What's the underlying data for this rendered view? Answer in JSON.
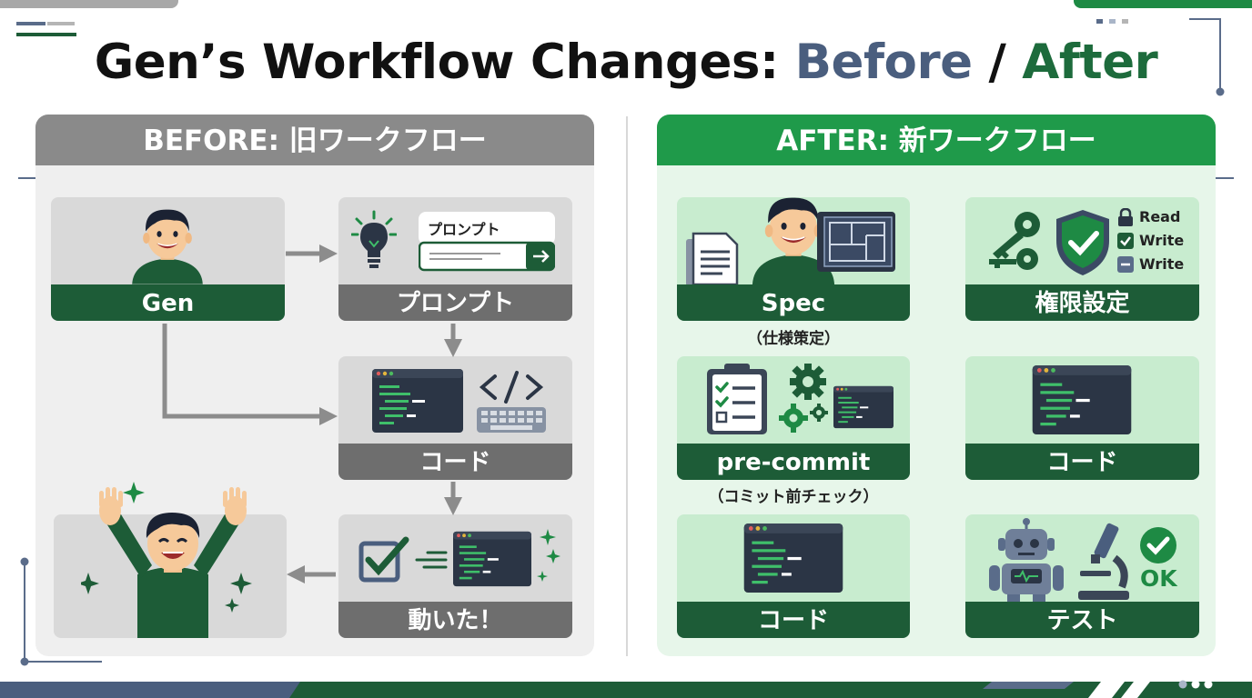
{
  "title": {
    "prefix": "Gen’s Workflow Changes: ",
    "before_word": "Before",
    "separator": " / ",
    "after_word": "After"
  },
  "before": {
    "header": "BEFORE: 旧ワークフロー",
    "gen_label": "Gen",
    "prompt_label": "プロンプト",
    "prompt_bubble": "プロンプト",
    "code_label": "コード",
    "worked_label": "動いた！"
  },
  "after": {
    "header": "AFTER: 新ワークフロー",
    "spec_label": "Spec",
    "spec_sub": "（仕様策定）",
    "perm_label": "権限設定",
    "perm_items": [
      "Read",
      "Write",
      "Write"
    ],
    "precommit_label": "pre-commit",
    "precommit_sub": "（コミット前チェック）",
    "code_label_1": "コード",
    "code_label_2": "コード",
    "test_label": "テスト",
    "ok_text": "OK"
  },
  "colors": {
    "before_accent": "#4a5e7e",
    "after_accent": "#1d6b3c",
    "before_header": "#8a8a8a",
    "after_header": "#1f9a4a",
    "arrow_gray": "#8c8c8c",
    "arrow_green": "#1fa34e",
    "label_dark_green": "#1d5c37"
  },
  "icons": {
    "person": "person-icon",
    "lightbulb": "lightbulb-icon",
    "terminal": "terminal-icon",
    "code_tag": "code-tag-icon",
    "keyboard": "keyboard-icon",
    "checkbox": "checkbox-icon",
    "document": "document-icon",
    "blueprint": "blueprint-icon",
    "key": "key-icon",
    "shield": "shield-check-icon",
    "lock": "lock-icon",
    "clipboard": "clipboard-checklist-icon",
    "gear": "gear-icon",
    "robot": "robot-icon",
    "microscope": "microscope-icon",
    "check_circle": "check-circle-icon"
  }
}
